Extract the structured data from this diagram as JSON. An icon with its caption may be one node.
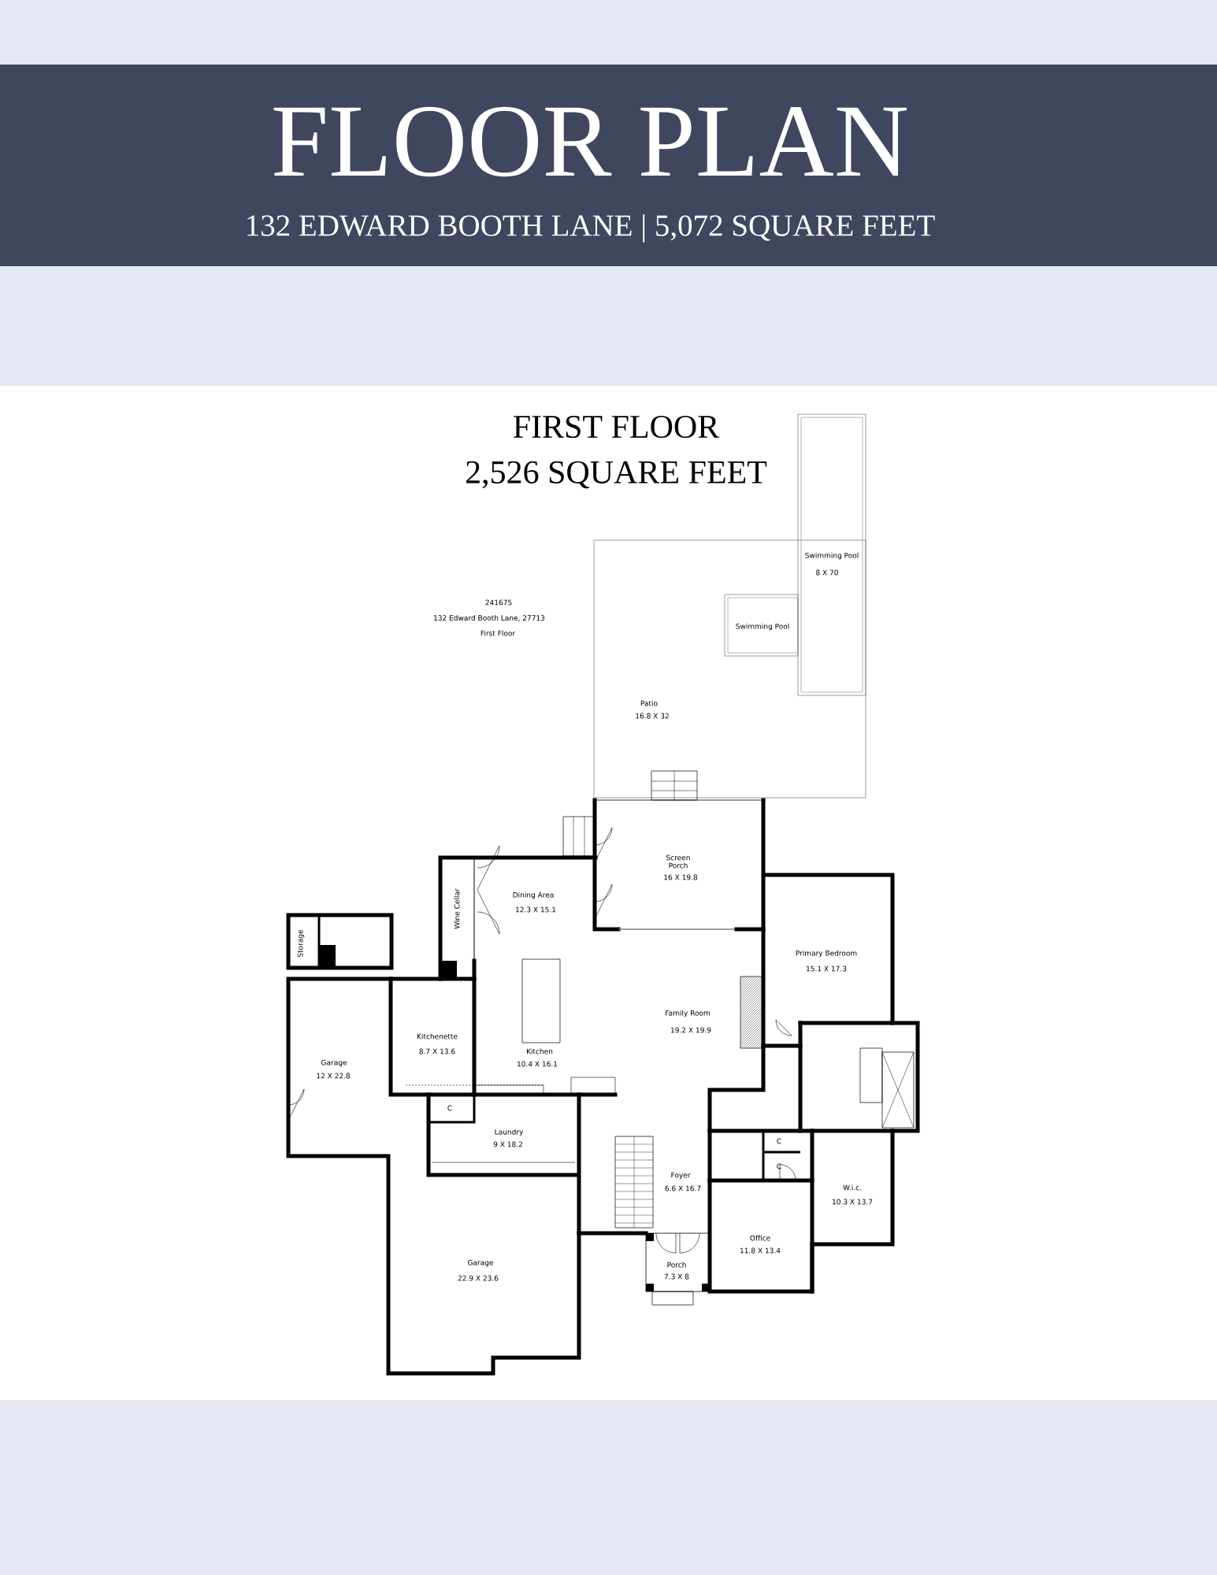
{
  "diagram": {
    "title": "FLOOR PLAN",
    "labels": [
      "132 EDWARD BOOTH LANE | 5,072 SQUARE FEET",
      "FIRST FLOOR",
      "2,526 SQUARE FEET",
      "241675",
      "132 Edward Booth Lane, 27713",
      "First Floor",
      "Swimming Pool",
      "8 X 70",
      "Swimming Pool",
      "Patio",
      "16.8 X 32",
      "Screen Porch",
      "16 X 19.8",
      "Dining Area",
      "12.3 X 15.1",
      "Wine Cellar",
      "Storage",
      "Primary Bedroom",
      "15.1 X 17.3",
      "Family Room",
      "19.2 X 19.9",
      "Kitchenette",
      "8.7 X 13.6",
      "Kitchen",
      "10.4 X 16.1",
      "Garage",
      "12 X 22.8",
      "C",
      "Laundry",
      "9 X 18.2",
      "C",
      "C",
      "Foyer",
      "6.6 X 16.7",
      "W.i.c.",
      "10.3 X 13.7",
      "Office",
      "11.8 X 13.4",
      "Porch",
      "7.3 X 8",
      "Garage",
      "22.9 X 23.6"
    ]
  }
}
